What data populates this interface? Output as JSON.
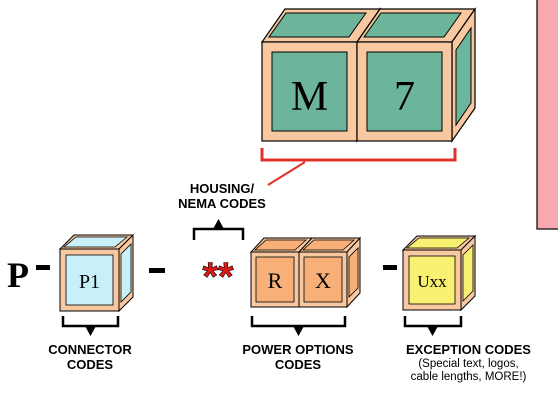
{
  "blocks": {
    "m": "M",
    "seven": "7",
    "p1": "P1",
    "r": "R",
    "x": "X",
    "uxx": "Uxx"
  },
  "prefix": "P",
  "separator": "-",
  "asterisks": "**",
  "labels": {
    "housing_line1": "HOUSING/",
    "housing_line2": "NEMA CODES",
    "connector_line1": "CONNECTOR",
    "connector_line2": "CODES",
    "power_line1": "POWER OPTIONS",
    "power_line2": "CODES",
    "exception_line1": "EXCEPTION CODES",
    "exception_line2": "(Special text, logos,",
    "exception_line3": "cable lengths, MORE!)"
  },
  "colors": {
    "block_side": "#f8c8a0",
    "green_face": "#6db59a",
    "cyan_face": "#c8f0f8",
    "orange_face": "#f8b078",
    "yellow_face": "#f8f070",
    "bracket_red": "#e03028",
    "asterisk_red": "#e01818",
    "note_fill": "#f8a8b0"
  }
}
